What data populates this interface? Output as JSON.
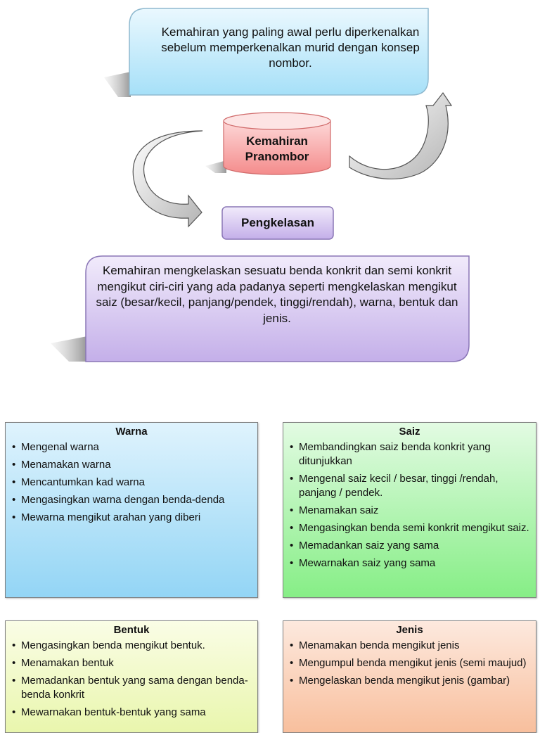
{
  "diagram": {
    "top_box": "Kemahiran yang paling awal perlu diperkenalkan sebelum memperkenalkan murid dengan konsep nombor.",
    "center_line1": "Kemahiran",
    "center_line2": "Pranombor",
    "classification_label": "Pengkelasan",
    "definition_box": "Kemahiran mengkelaskan sesuatu benda konkrit dan semi konkrit mengikut ciri-ciri yang ada padanya seperti mengkelaskan mengikut saiz (besar/kecil, panjang/pendek, tinggi/rendah), warna, bentuk dan jenis."
  },
  "cards": {
    "warna": {
      "title": "Warna",
      "items": [
        "Mengenal warna",
        "Menamakan warna",
        "Mencantumkan kad warna",
        "Mengasingkan warna dengan benda-denda",
        "Mewarna mengikut arahan yang diberi"
      ]
    },
    "saiz": {
      "title": "Saiz",
      "items": [
        "Membandingkan saiz benda konkrit yang ditunjukkan",
        "Mengenal saiz kecil / besar, tinggi /rendah, panjang / pendek.",
        "Menamakan saiz",
        "Mengasingkan benda semi konkrit mengikut saiz.",
        "Memadankan saiz yang sama",
        "Mewarnakan saiz yang sama"
      ]
    },
    "bentuk": {
      "title": "Bentuk",
      "items": [
        "Mengasingkan benda mengikut bentuk.",
        "Menamakan bentuk",
        "Memadankan bentuk yang sama dengan benda-benda konkrit",
        "Mewarnakan bentuk-bentuk yang sama"
      ]
    },
    "jenis": {
      "title": "Jenis",
      "items": [
        "Menamakan benda mengikut jenis",
        "Mengumpul benda mengikut jenis (semi maujud)",
        "Mengelaskan benda mengikut jenis (gambar)"
      ]
    }
  },
  "colors": {
    "top_box": "#c6ecfb",
    "drum": "#f7a1a1",
    "classification": "#d3c4ef",
    "definition_box": "#d8c9f1",
    "warna": "#a9ddf7",
    "saiz": "#9ff29f",
    "bentuk": "#eef7b9",
    "jenis": "#f9c8aa"
  }
}
